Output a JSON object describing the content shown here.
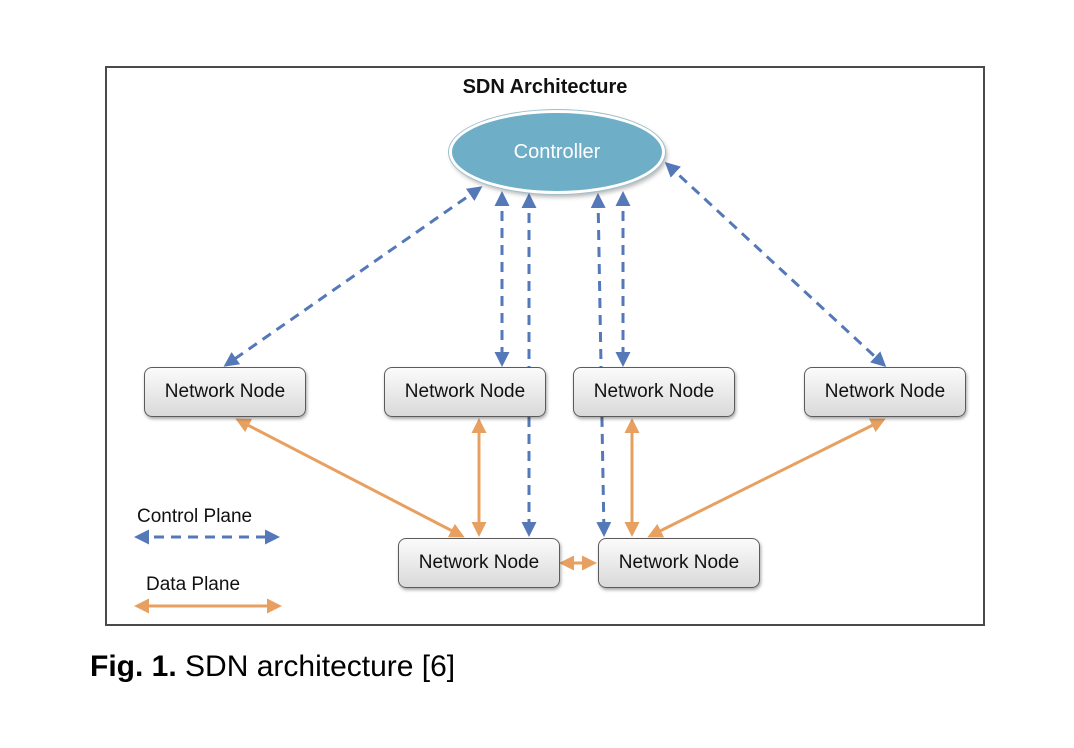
{
  "diagram": {
    "title": "SDN Architecture",
    "controller_label": "Controller",
    "node_labels": [
      "Network Node",
      "Network Node",
      "Network Node",
      "Network Node",
      "Network Node",
      "Network Node"
    ],
    "legend": {
      "control_plane": "Control Plane",
      "data_plane": "Data Plane"
    },
    "colors": {
      "control_plane": "#5578b8",
      "data_plane": "#e8a060",
      "controller_fill": "#6eaec7"
    }
  },
  "caption": {
    "label": "Fig. 1.",
    "text": "SDN architecture [6]"
  }
}
